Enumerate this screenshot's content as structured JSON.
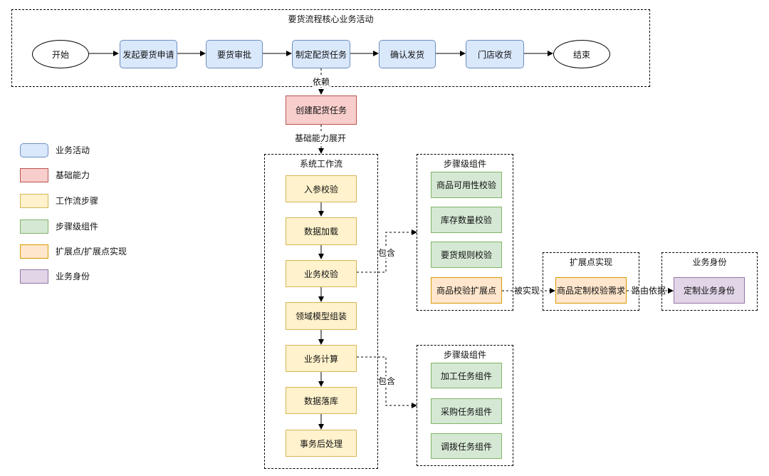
{
  "flow": {
    "title": "要货流程核心业务活动",
    "start": "开始",
    "end": "结束",
    "steps": [
      "发起要货申请",
      "要货审批",
      "制定配货任务",
      "确认发货",
      "门店收货"
    ]
  },
  "edge_labels": {
    "depends": "依赖",
    "expand": "基础能力展开",
    "contains1": "包含",
    "contains2": "包含",
    "implemented_by": "被实现",
    "route_by": "路由依据"
  },
  "base_capability": "创建配货任务",
  "workflow": {
    "title": "系统工作流",
    "steps": [
      "入参校验",
      "数据加载",
      "业务校验",
      "领域模型组装",
      "业务计算",
      "数据落库",
      "事务后处理"
    ]
  },
  "component_group_1": {
    "title": "步骤级组件",
    "items": [
      "商品可用性校验",
      "库存数量校验",
      "要货规则校验"
    ],
    "ext_point": "商品校验扩展点"
  },
  "ext_impl": {
    "title": "扩展点实现",
    "item": "商品定制校验需求"
  },
  "identity": {
    "title": "业务身份",
    "item": "定制业务身份"
  },
  "component_group_2": {
    "title": "步骤级组件",
    "items": [
      "加工任务组件",
      "采购任务组件",
      "调拨任务组件"
    ]
  },
  "legend": [
    {
      "label": "业务活动",
      "color": "#dae8fc"
    },
    {
      "label": "基础能力",
      "color": "#f8cecc"
    },
    {
      "label": "工作流步骤",
      "color": "#fff2cc"
    },
    {
      "label": "步骤级组件",
      "color": "#d5e8d4"
    },
    {
      "label": "扩展点/扩展点实现",
      "color": "#ffe6cc"
    },
    {
      "label": "业务身份",
      "color": "#e1d5e7"
    }
  ]
}
